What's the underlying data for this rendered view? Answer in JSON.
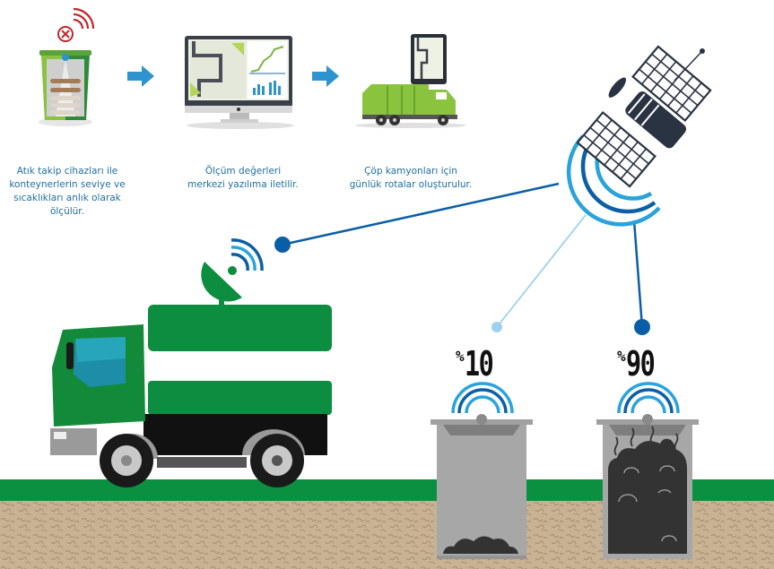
{
  "steps": [
    {
      "icon": "smart-bin-sensor-icon",
      "text_lines": [
        "Atık takip cihazları ile",
        "konteynerlerin seviye ve",
        "sıcaklıkları anlık olarak",
        "ölçülür."
      ]
    },
    {
      "icon": "monitor-dashboard-icon",
      "text_lines": [
        "Ölçüm değerleri",
        "merkezi yazılıma iletilir."
      ]
    },
    {
      "icon": "garbage-truck-tablet-icon",
      "text_lines": [
        "Çöp kamyonları için",
        "günlük rotalar oluşturulur."
      ]
    }
  ],
  "bins": [
    {
      "label_symbol": "%",
      "label_value": "10",
      "fill_fraction": 0.1
    },
    {
      "label_symbol": "%",
      "label_value": "90",
      "fill_fraction": 0.9
    }
  ],
  "colors": {
    "text_blue": "#1f6fa0",
    "link_dark": "#0a5ea8",
    "link_light": "#9fd0ef",
    "signal_light": "#29a3dc",
    "signal_dark": "#0b5fa5",
    "truck_green": "#0c8d3f",
    "grass": "#0a9040",
    "soil": "#c8b293",
    "bin_gray": "#a7a7a7",
    "waste": "#333333",
    "satellite": "#2a3342",
    "arrow_blue": "#2f93cf"
  }
}
